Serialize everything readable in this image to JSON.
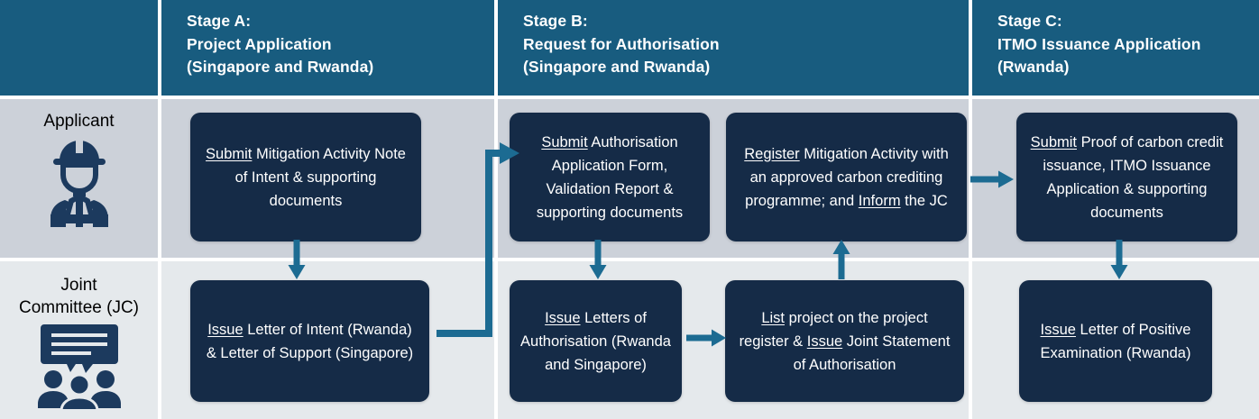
{
  "header": {
    "stages": [
      {
        "title": "Stage A:",
        "line2": "Project Application",
        "line3": "(Singapore and Rwanda)"
      },
      {
        "title": "Stage B:",
        "line2": "Request for Authorisation",
        "line3": "(Singapore and Rwanda)"
      },
      {
        "title": "Stage C:",
        "line2": "ITMO Issuance Application",
        "line3": "(Rwanda)"
      }
    ]
  },
  "rows": [
    {
      "label_line1": "Applicant",
      "label_line2": "",
      "icon": "construction-worker-icon"
    },
    {
      "label_line1": "Joint",
      "label_line2": "Committee (JC)",
      "icon": "committee-meeting-icon"
    }
  ],
  "boxes": {
    "a1": {
      "keyword": "Submit",
      "rest": " Mitigation Activity Note of Intent & supporting documents"
    },
    "b1": {
      "keyword": "Submit",
      "rest": " Authorisation Application Form, Validation Report & supporting documents"
    },
    "b2": {
      "keyword": "Register",
      "rest": " Mitigation Activity with an approved carbon crediting programme; and ",
      "keyword2": "Inform",
      "rest2": " the JC"
    },
    "c1": {
      "keyword": "Submit",
      "rest": " Proof of carbon credit issuance, ITMO Issuance Application & supporting documents"
    },
    "a2": {
      "keyword": "Issue",
      "rest": " Letter of Intent (Rwanda) & Letter of Support (Singapore)"
    },
    "b3": {
      "keyword": "Issue",
      "rest": " Letters of Authorisation (Rwanda and Singapore)"
    },
    "b4": {
      "keyword": "List",
      "rest": " project on the project register & ",
      "keyword2": "Issue",
      "rest2": " Joint Statement of Authorisation"
    },
    "c2": {
      "keyword": "Issue",
      "rest": " Letter of Positive Examination (Rwanda)"
    }
  },
  "colors": {
    "header_band": "#185c7f",
    "box_fill": "#152b47",
    "arrow": "#1c6b92",
    "row_applicant_bg": "#ccd1d9",
    "row_jc_bg": "#e5e9ec"
  },
  "connectors": [
    {
      "name": "a1-to-a2",
      "direction": "down"
    },
    {
      "name": "a2-to-b1",
      "direction": "elbow-right-up"
    },
    {
      "name": "b1-to-b3",
      "direction": "down"
    },
    {
      "name": "b3-to-b4",
      "direction": "right"
    },
    {
      "name": "b4-to-b2",
      "direction": "up"
    },
    {
      "name": "b2-to-c1",
      "direction": "right"
    },
    {
      "name": "c1-to-c2",
      "direction": "down"
    }
  ]
}
